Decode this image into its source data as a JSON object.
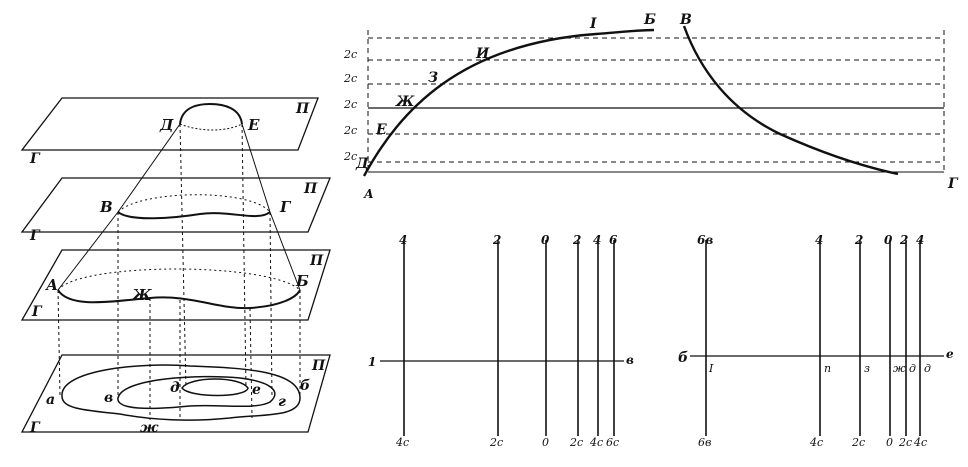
{
  "stack": {
    "plane_P": "П",
    "plane_G": "Г",
    "layer1": {
      "left": "Д",
      "right": "Е"
    },
    "layer2": {
      "left": "В",
      "right": "Г"
    },
    "layer3": {
      "left": "А",
      "mid": "Ж",
      "right": "Б"
    },
    "base": {
      "a": "а",
      "b": "б",
      "v": "в",
      "g": "г",
      "d": "д",
      "e": "е",
      "zh": "ж"
    }
  },
  "profile": {
    "top": [
      "I",
      "Б",
      "В"
    ],
    "curve": [
      "Д",
      "Е",
      "Ж",
      "З",
      "И"
    ],
    "levels": [
      "2с",
      "2с",
      "2с",
      "2с",
      "2с"
    ],
    "corners": [
      "А",
      "Г"
    ]
  },
  "section_left": {
    "top": [
      "4",
      "2",
      "0",
      "2",
      "4",
      "6"
    ],
    "bottom": [
      "4с",
      "2с",
      "0",
      "2с",
      "4с",
      "6с"
    ],
    "axis_left": "1",
    "axis_right": "в"
  },
  "section_right": {
    "top": [
      "6в",
      "4",
      "2",
      "0",
      "2",
      "4"
    ],
    "bottom": [
      "6в",
      "4с",
      "2с",
      "0",
      "2с",
      "4с"
    ],
    "axis_left": "б",
    "axis_right": "е",
    "points": [
      "I",
      "п",
      "з",
      "ж",
      "д",
      "д"
    ]
  }
}
